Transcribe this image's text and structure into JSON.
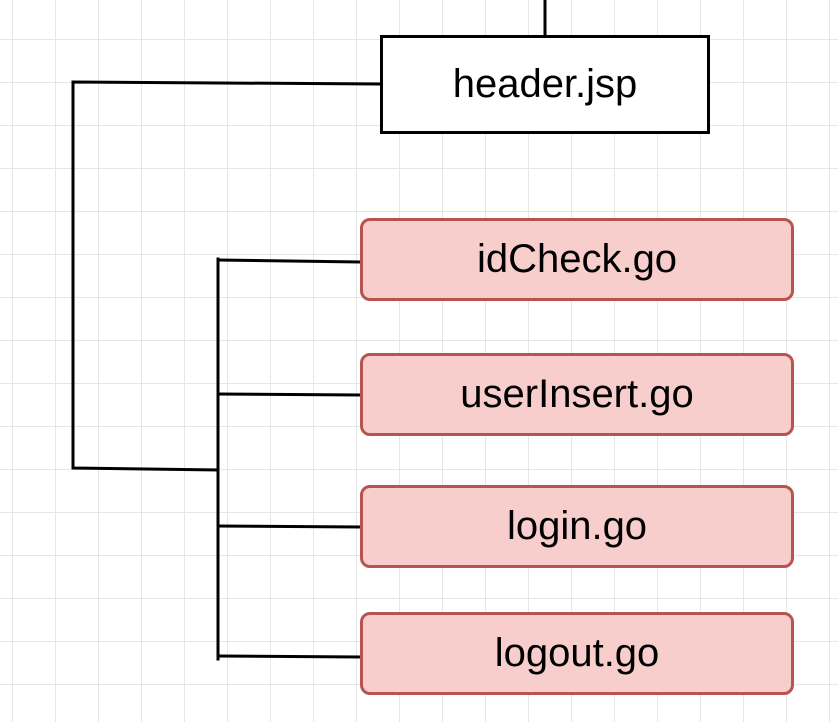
{
  "diagram": {
    "root": {
      "label": "header.jsp",
      "fill": "#ffffff",
      "stroke": "#000000"
    },
    "children": [
      {
        "label": "idCheck.go",
        "fill": "#f8cecc",
        "stroke": "#b85450"
      },
      {
        "label": "userInsert.go",
        "fill": "#f8cecc",
        "stroke": "#b85450"
      },
      {
        "label": "login.go",
        "fill": "#f8cecc",
        "stroke": "#b85450"
      },
      {
        "label": "logout.go",
        "fill": "#f8cecc",
        "stroke": "#b85450"
      }
    ],
    "connector_color": "#000000",
    "grid_color": "#e6e6e6"
  }
}
